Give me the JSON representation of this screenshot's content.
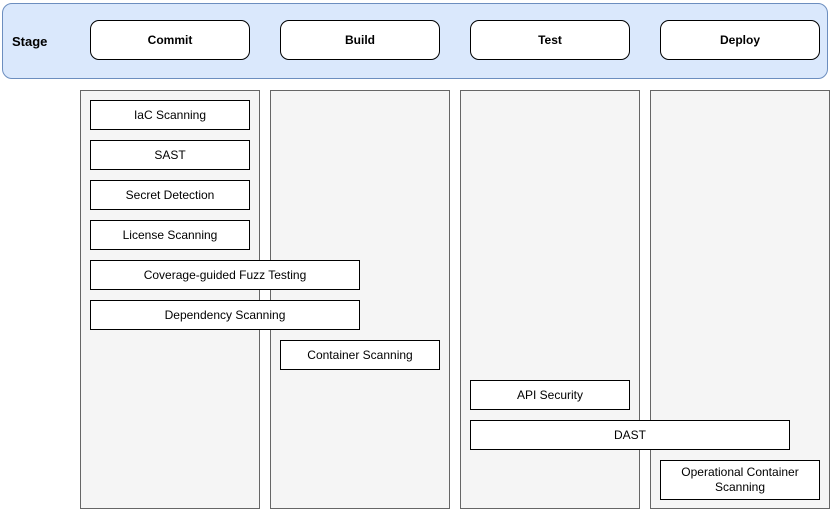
{
  "colors": {
    "banner_fill": "#dae8fc",
    "banner_border": "#6c8ebf",
    "lane_fill": "#f5f5f5",
    "lane_border": "#666666",
    "box_fill": "#ffffff",
    "box_border": "#000000"
  },
  "header": {
    "label": "Stage",
    "stages": [
      "Commit",
      "Build",
      "Test",
      "Deploy"
    ]
  },
  "lanes": {
    "commit": {
      "stage": "Commit",
      "tools": [
        "IaC Scanning",
        "SAST",
        "Secret Detection",
        "License Scanning",
        "Coverage-guided Fuzz Testing",
        "Dependency Scanning"
      ]
    },
    "build": {
      "stage": "Build",
      "tools": [
        "Container Scanning"
      ]
    },
    "test": {
      "stage": "Test",
      "tools": [
        "API Security",
        "DAST"
      ]
    },
    "deploy": {
      "stage": "Deploy",
      "tools": [
        "Operational Container Scanning"
      ]
    }
  }
}
